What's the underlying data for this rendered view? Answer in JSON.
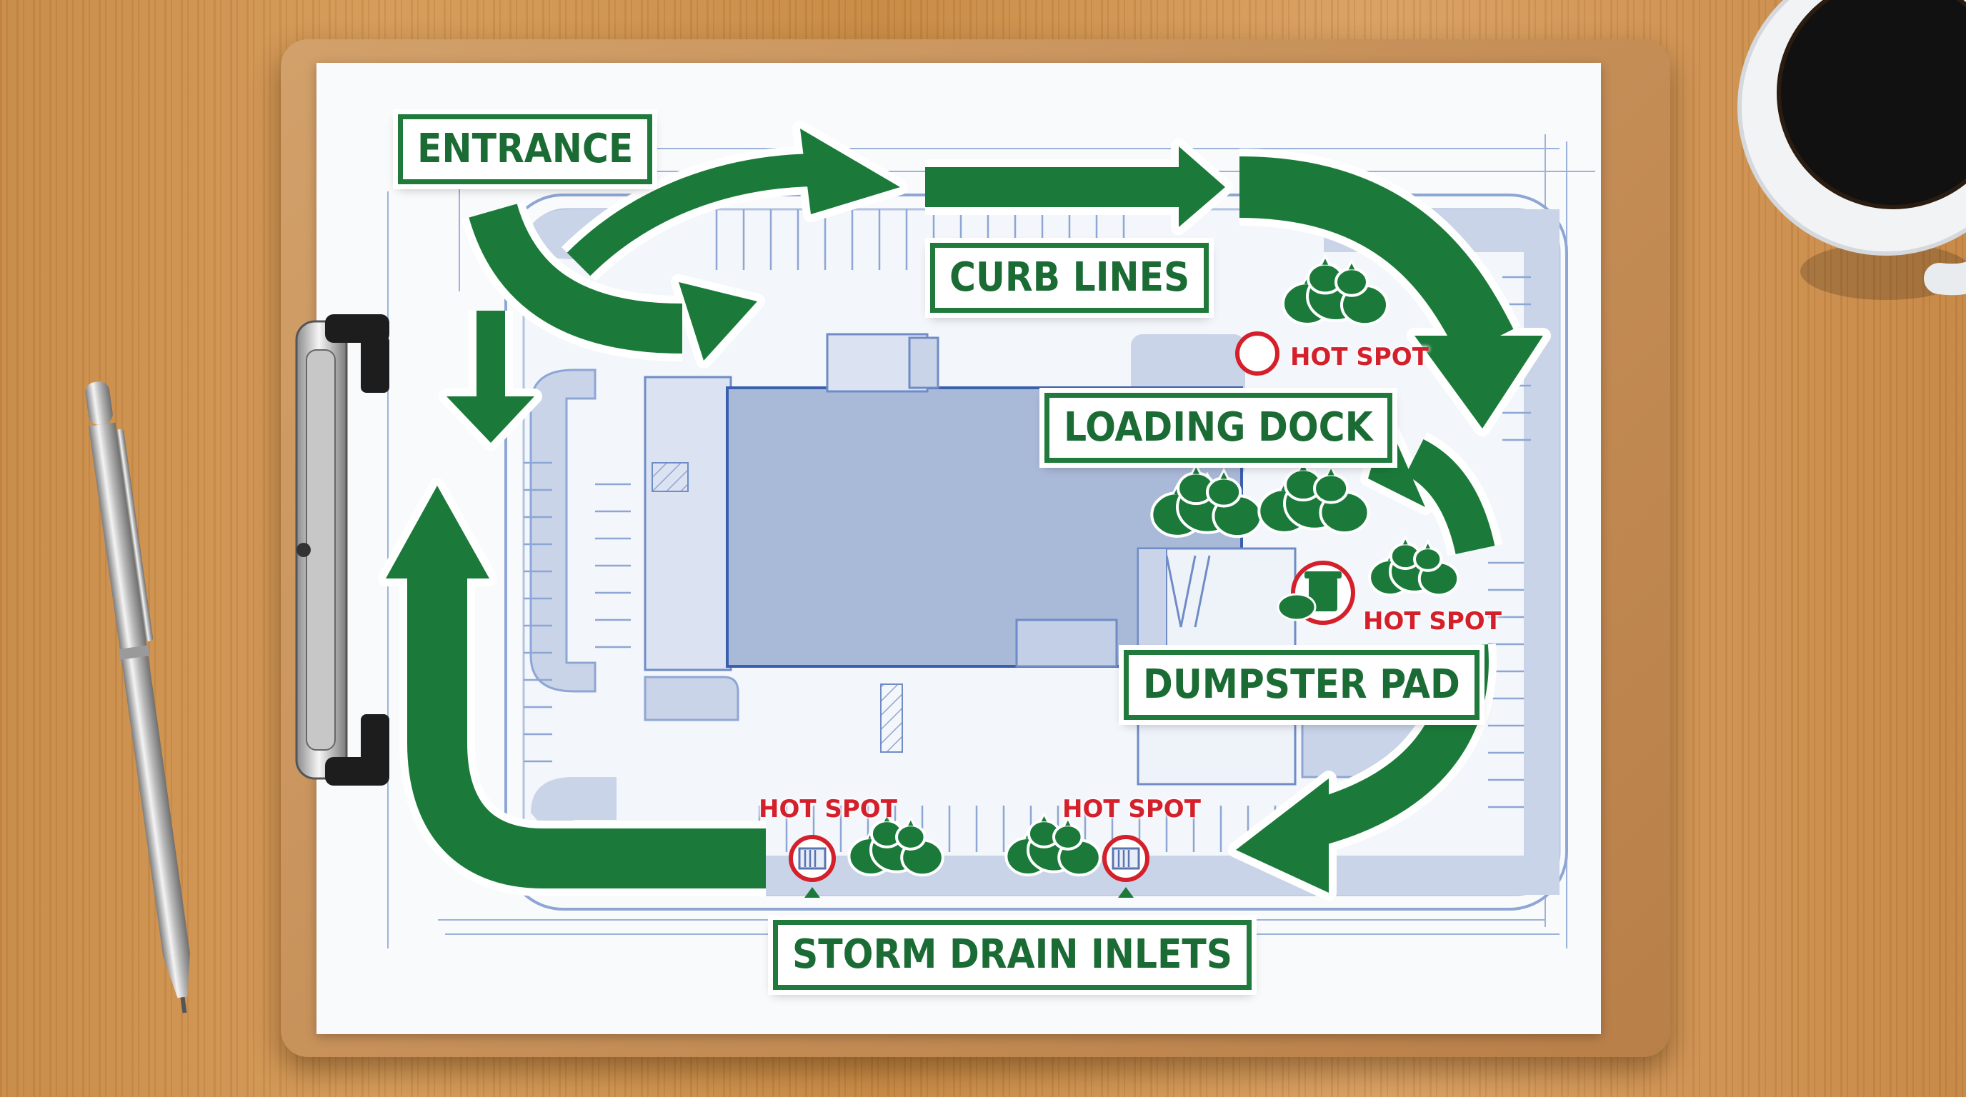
{
  "labels": {
    "entrance": "ENTRANCE",
    "curb_lines": "CURB LINES",
    "loading_dock": "LOADING DOCK",
    "dumpster_pad": "DUMPSTER PAD",
    "storm_drain_inlets": "STORM DRAIN INLETS"
  },
  "hot_spots": {
    "loading_dock": "HOT SPOT",
    "dumpster": "HOT SPOT",
    "drain_left": "HOT SPOT",
    "drain_right": "HOT SPOT"
  },
  "icons": [
    "trash-bags-icon",
    "dumpster-can-icon",
    "storm-drain-grate-icon",
    "hot-spot-circle-icon",
    "route-arrow-icon",
    "pen-icon",
    "coffee-mug-icon",
    "clipboard-clip-icon"
  ],
  "colors": {
    "arrow_green": "#1b7a3a",
    "label_text_green": "#1b6b34",
    "hot_spot_red": "#d4202a",
    "building_blue": "#a9b9d8",
    "pavement_blue": "#c9d4e8",
    "line_blue": "#8ea6d4",
    "desk_wood": "#c98a48",
    "clipboard_brown": "#c48c55"
  }
}
